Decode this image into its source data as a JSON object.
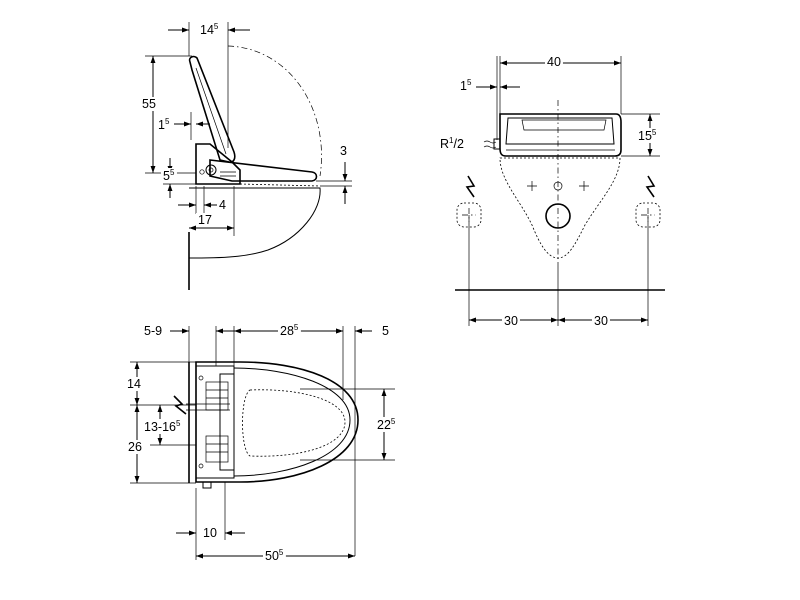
{
  "dimensions": {
    "side": {
      "top_width": {
        "main": "14",
        "sup": "5"
      },
      "height": "55",
      "gap_offset": {
        "main": "1",
        "sup": "5"
      },
      "base_offset": {
        "main": "5",
        "sup": "5"
      },
      "thickness": "3",
      "depth_small": "4",
      "depth": "17"
    },
    "front": {
      "width": "40",
      "wall_gap": {
        "main": "1",
        "sup": "5"
      },
      "connection": {
        "prefix": "R",
        "sup": "1",
        "suffix": "/2"
      },
      "height": {
        "main": "15",
        "sup": "5"
      },
      "left_spacing": "30",
      "right_spacing": "30"
    },
    "top": {
      "offset_range": "5-9",
      "seat_length": {
        "main": "28",
        "sup": "5"
      },
      "front_gap": "5",
      "top_offset": "14",
      "supply_range": {
        "main": "13-16",
        "sup": "5"
      },
      "depth": "26",
      "seat_width": {
        "main": "22",
        "sup": "5"
      },
      "hinge_depth": "10",
      "total_length": {
        "main": "50",
        "sup": "5"
      }
    }
  }
}
